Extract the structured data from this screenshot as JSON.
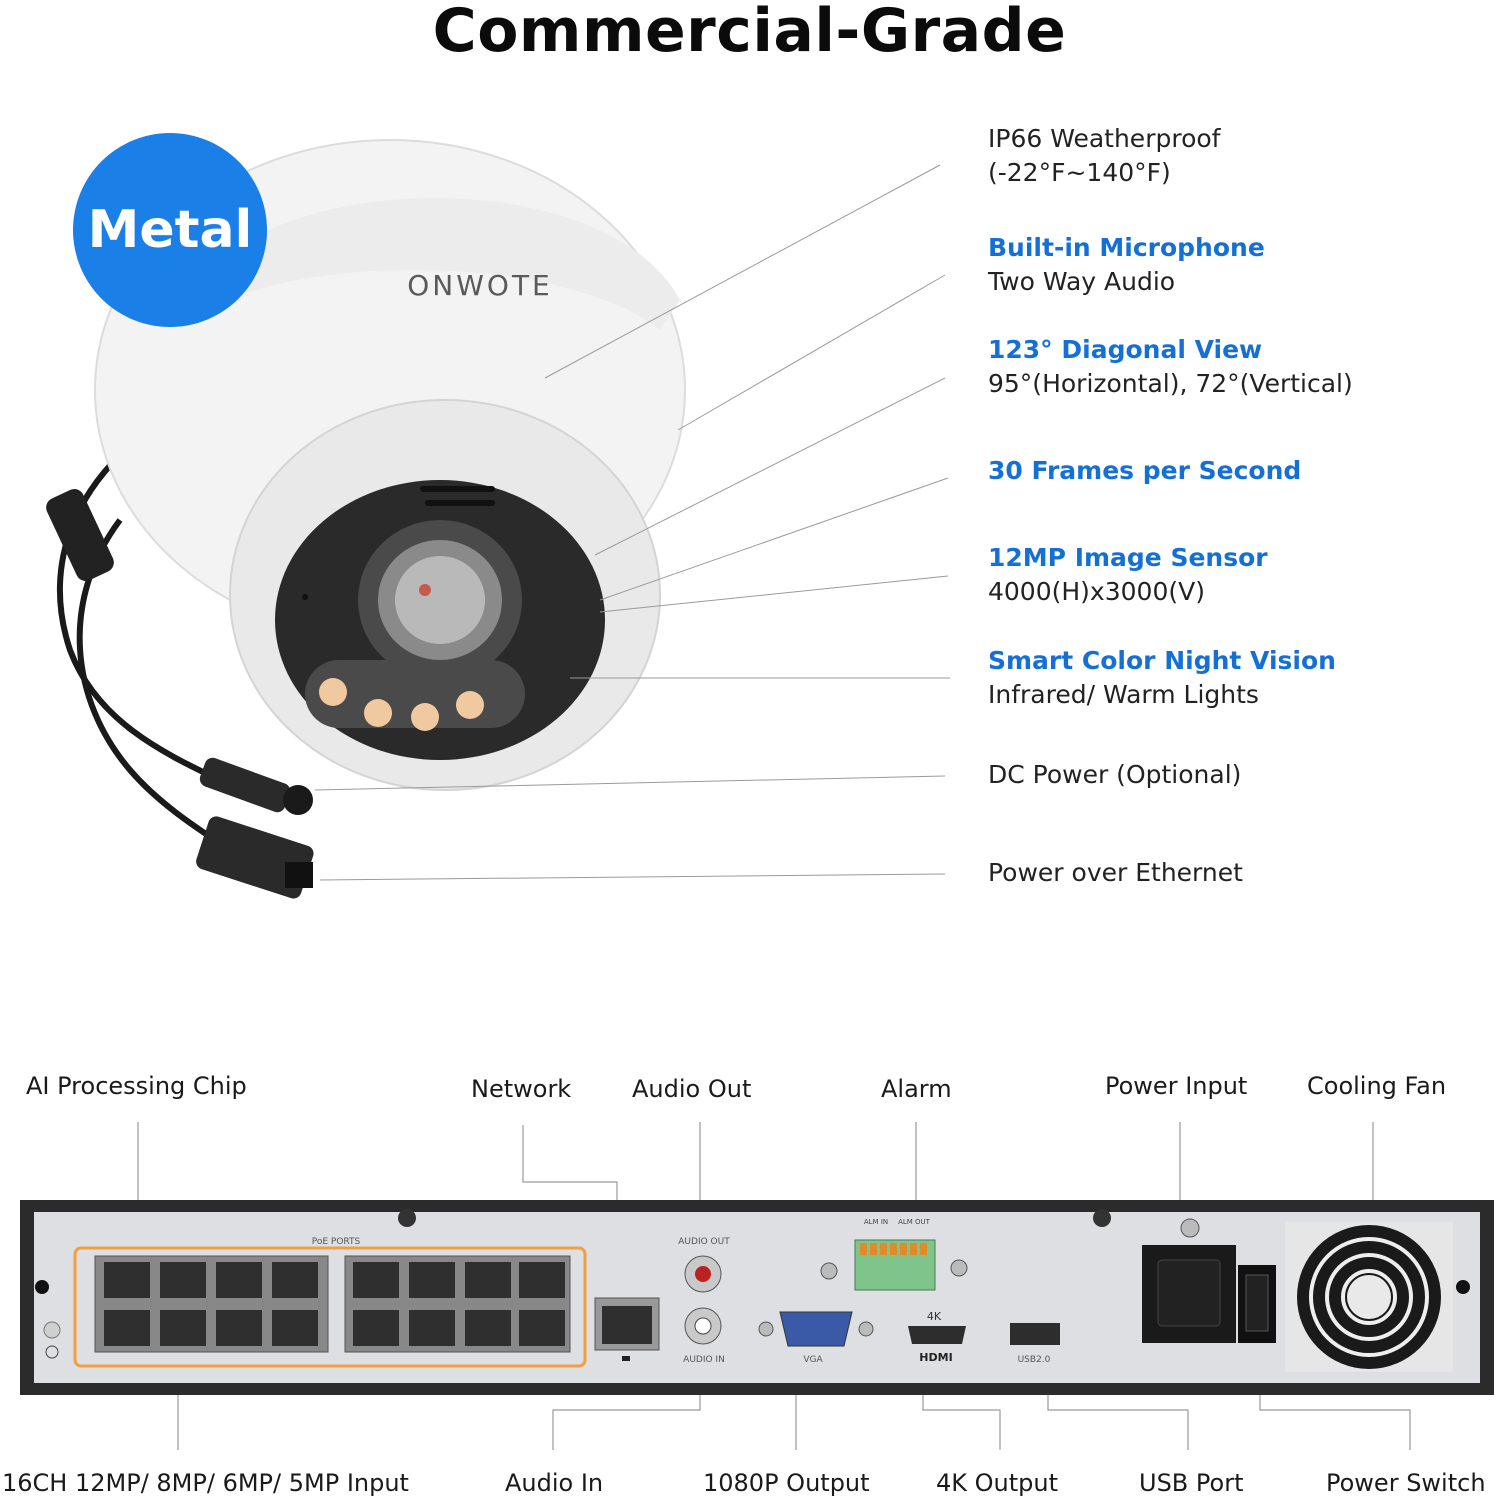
{
  "title": "Commercial-Grade",
  "badge": "Metal",
  "brand": "ONWOTE",
  "camera_features": [
    {
      "highlight": "",
      "line1": "IP66 Weatherproof",
      "line2": "(-22°F~140°F)"
    },
    {
      "highlight": "Built-in Microphone",
      "line2": "Two Way Audio"
    },
    {
      "highlight": "123° Diagonal View",
      "line2": "95°(Horizontal), 72°(Vertical)"
    },
    {
      "highlight": "30 Frames per Second",
      "line2": ""
    },
    {
      "highlight": "12MP Image Sensor",
      "line2": "4000(H)x3000(V)"
    },
    {
      "highlight": "Smart Color Night Vision",
      "line2": "Infrared/ Warm Lights"
    },
    {
      "highlight": "",
      "line1": "DC Power  (Optional)",
      "line2": ""
    },
    {
      "highlight": "",
      "line1": "Power over Ethernet",
      "line2": ""
    }
  ],
  "nvr_top_labels": [
    "AI Processing Chip",
    "Network",
    "Audio Out",
    "Alarm",
    "Power Input",
    "Cooling Fan"
  ],
  "nvr_bottom_labels": [
    "16CH 12MP/ 8MP/ 6MP/ 5MP Input",
    "Audio In",
    "1080P Output",
    "4K Output",
    "USB Port",
    "Power Switch"
  ],
  "panel_text": {
    "poe_ports": "PoE PORTS",
    "audio_out": "AUDIO OUT",
    "audio_in": "AUDIO IN",
    "vga": "VGA",
    "hdmi_4k": "4K",
    "hdmi": "HDMI",
    "usb": "USB2.0",
    "alm_in": "ALM IN",
    "alm_out": "ALM OUT"
  },
  "colors": {
    "accent_blue": "#1570d6",
    "badge_blue": "#1b7fe8",
    "poe_outline": "#f0a040"
  }
}
